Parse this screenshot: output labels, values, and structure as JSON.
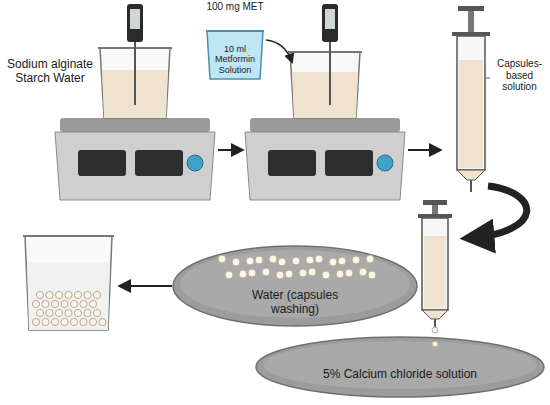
{
  "diagram": {
    "nodes": [
      {
        "text": [
          "10 ml Metformin Solution"
        ]
      },
      {
        "text": [
          "Water (capsules washing)"
        ]
      },
      {
        "text": [
          "5% Calcium chloride solution"
        ]
      }
    ],
    "labels": [
      "Sodium alginate Starch Water",
      "100 mg MET",
      "Capsules-based solution"
    ]
  }
}
